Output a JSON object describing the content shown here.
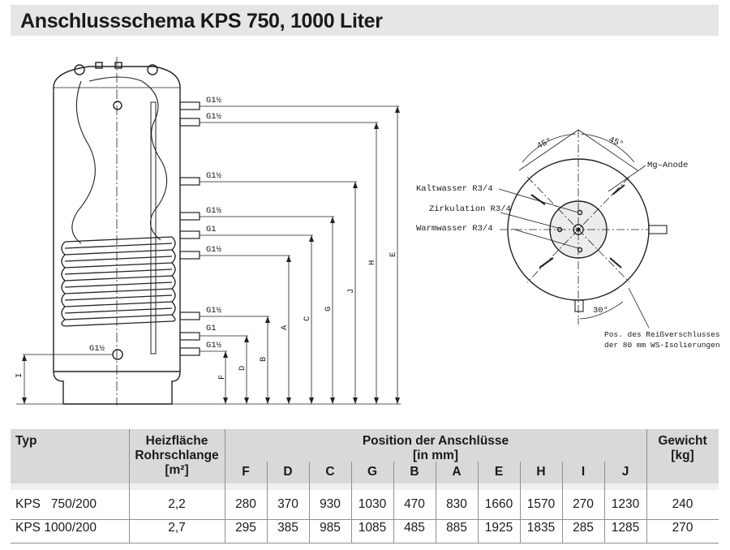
{
  "title": "Anschlussschema KPS 750, 1000 Liter",
  "tank": {
    "connections": [
      "G1½",
      "G1½",
      "G1½",
      "G1½",
      "G1",
      "G1½",
      "G1½",
      "G1",
      "G1½"
    ],
    "bottom_connection": "G1½",
    "dimensions": [
      "I",
      "F",
      "D",
      "B",
      "A",
      "C",
      "G",
      "J",
      "H",
      "E"
    ]
  },
  "top_view": {
    "angle_left": "45°",
    "angle_right": "45°",
    "angle_bottom": "30°",
    "kaltwasser": "Kaltwasser R3/4",
    "zirkulation": "Zirkulation R3/4",
    "warmwasser": "Warmwasser R3/4",
    "mg_anode": "Mg–Anode",
    "note_line1": "Pos. des Reißverschlusses",
    "note_line2": "der 80 mm WS-Isolierungen"
  },
  "table": {
    "col_typ": "Typ",
    "col_heiz_1": "Heizfläche",
    "col_heiz_2": "Rohrschlange",
    "col_heiz_3": "[m²]",
    "col_pos_1": "Position der Anschlüsse",
    "col_pos_2": "[in mm]",
    "col_gew_1": "Gewicht",
    "col_gew_2": "[kg]",
    "sub_headers": [
      "F",
      "D",
      "C",
      "G",
      "B",
      "A",
      "E",
      "H",
      "I",
      "J"
    ],
    "rows": [
      {
        "typ": "KPS   750/200",
        "heiz": "2,2",
        "values": [
          "280",
          "370",
          "930",
          "1030",
          "470",
          "830",
          "1660",
          "1570",
          "270",
          "1230"
        ],
        "gewicht": "240"
      },
      {
        "typ": "KPS 1000/200",
        "heiz": "2,7",
        "values": [
          "295",
          "385",
          "985",
          "1085",
          "485",
          "885",
          "1925",
          "1835",
          "285",
          "1285"
        ],
        "gewicht": "270"
      }
    ]
  }
}
